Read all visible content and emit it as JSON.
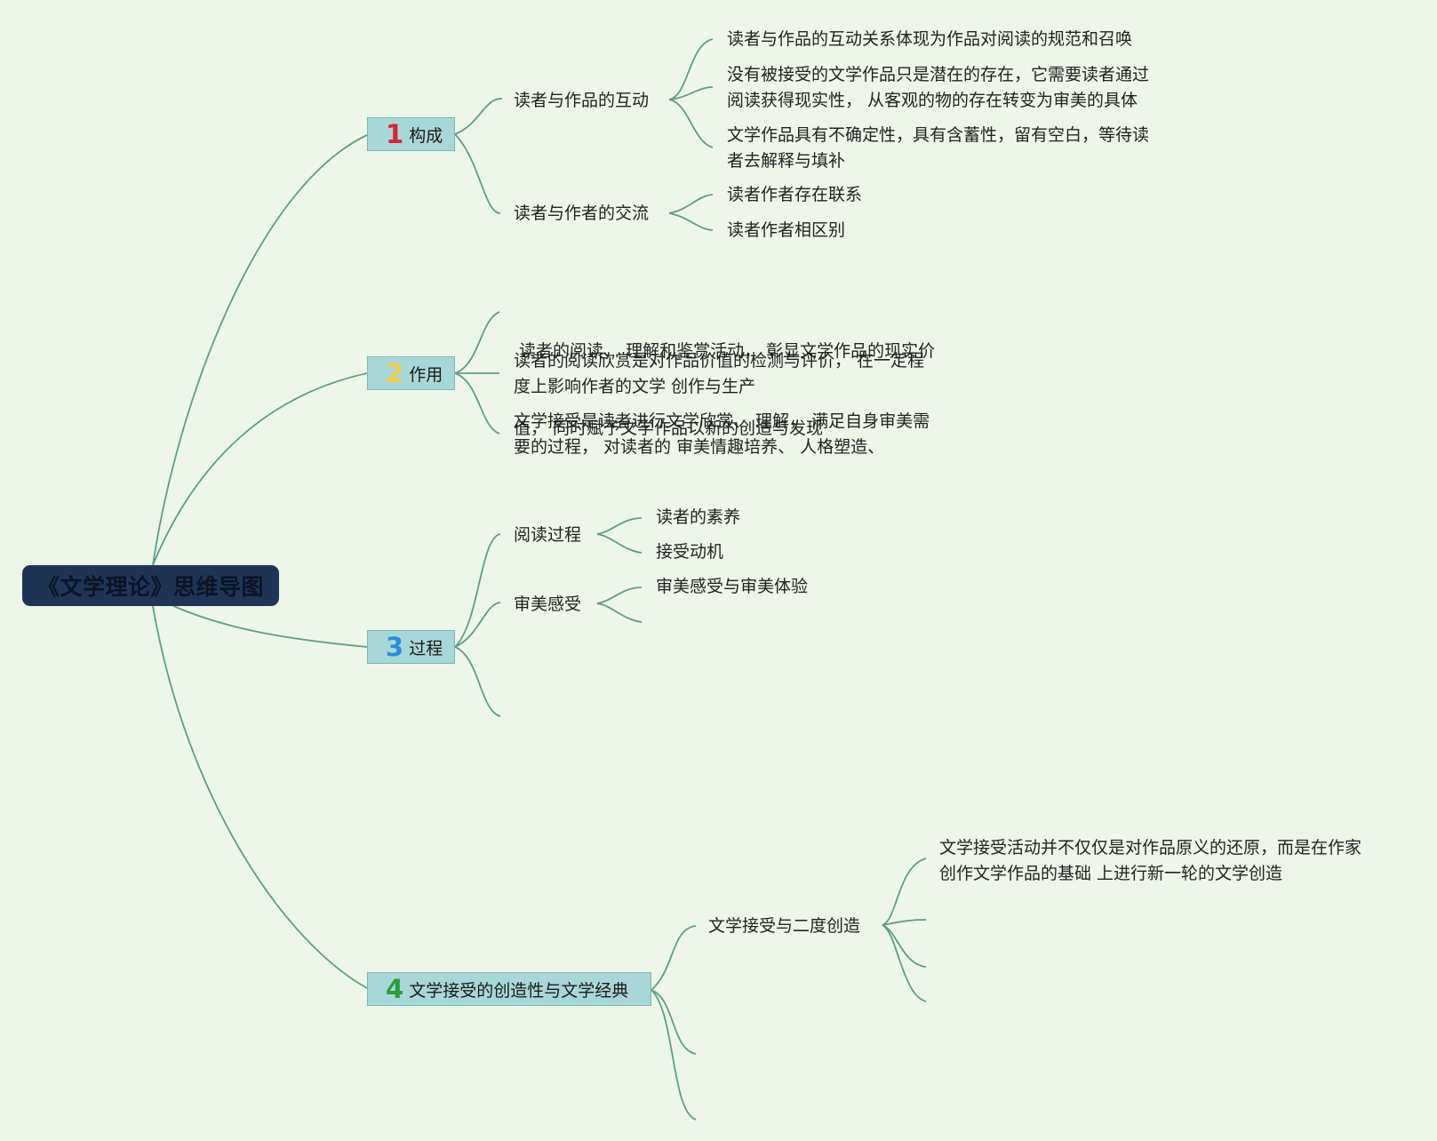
{
  "root": {
    "label": "《文学理论》思维导图"
  },
  "topics": [
    {
      "number": "1",
      "number_color": "#d7263d",
      "label": "构成",
      "subtopics": [
        {
          "label": "读者与作品的互动",
          "leaves": [
            [
              "读者与作品的互动关系体现为作品对阅读的规范和召唤"
            ],
            [
              "没有被接受的文学作品只是潜在的存在，它需要读者通过",
              "阅读获得现实性， 从客观的物的存在转变为审美的具体"
            ],
            [
              "文学作品具有不确定性，具有含蓄性，留有空白，等待读",
              "者去解释与填补"
            ]
          ]
        },
        {
          "label": "读者与作者的交流",
          "leaves": [
            [
              "读者作者存在联系"
            ],
            [
              "读者作者相区别"
            ]
          ]
        }
      ]
    },
    {
      "number": "2",
      "number_color": "#f2cf46",
      "label": "作用",
      "leaves": [
        [
          " 读者的阅读、 理解和鉴赏活动， 彰显文学作品的现实价",
          "值， 同时赋予文学作品以新的创造与发现"
        ],
        [
          "读者的阅读欣赏是对作品价值的检测与评价， 在一定程",
          "度上影响作者的文学 创作与生产"
        ],
        [
          "文学接受是读者进行文学欣赏、 理解， 满足自身审美需",
          "要的过程， 对读者的 审美情趣培养、 人格塑造、"
        ]
      ]
    },
    {
      "number": "3",
      "number_color": "#2a8fd8",
      "label": "过程",
      "subtopics": [
        {
          "label": "阅读过程",
          "leaves": [
            [
              "读者的素养"
            ],
            [
              "接受动机"
            ]
          ]
        },
        {
          "label": "审美感受",
          "leaves": [
            [
              "审美感受与审美体验"
            ]
          ]
        }
      ]
    },
    {
      "number": "4",
      "number_color": "#2e9c3a",
      "label": "文学接受的创造性与文学经典",
      "subtopics": [
        {
          "label": "文学接受与二度创造",
          "leaves": [
            [
              "文学接受活动并不仅仅是对作品原义的还原，而是在作家",
              "创作文学作品的基础 上进行新一轮的文学创造"
            ]
          ]
        }
      ]
    }
  ]
}
